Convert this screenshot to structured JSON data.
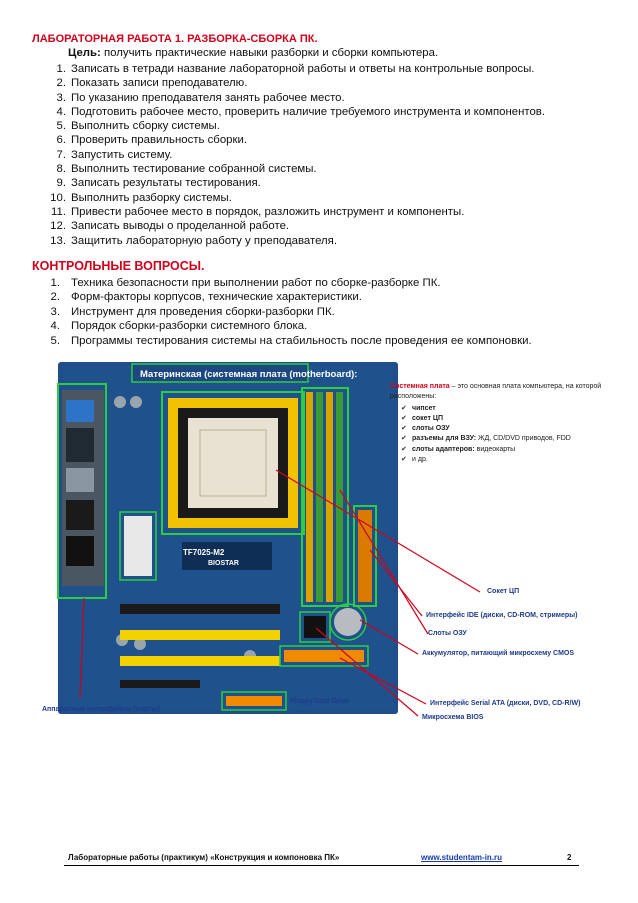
{
  "title": "ЛАБОРАТОРНАЯ РАБОТА 1. РАЗБОРКА-СБОРКА ПК.",
  "goal": {
    "label": "Цель:",
    "text": " получить практические навыки разборки и сборки компьютера."
  },
  "steps": [
    {
      "n": "1.",
      "text": "Записать в тетради название лабораторной работы и ответы на контрольные вопросы."
    },
    {
      "n": "2.",
      "text": "Показать записи преподавателю."
    },
    {
      "n": "3.",
      "text": "По указанию преподавателя занять рабочее место."
    },
    {
      "n": "4.",
      "text": "Подготовить рабочее место, проверить наличие требуемого инструмента и компонентов."
    },
    {
      "n": "5.",
      "text": "Выполнить сборку системы."
    },
    {
      "n": "6.",
      "text": "Проверить правильность сборки."
    },
    {
      "n": "7.",
      "text": "Запустить систему."
    },
    {
      "n": "8.",
      "text": "Выполнить тестирование собранной системы."
    },
    {
      "n": "9.",
      "text": "Записать результаты тестирования."
    },
    {
      "n": "10.",
      "text": "Выполнить разборку системы."
    },
    {
      "n": "11.",
      "text": "Привести рабочее место в порядок, разложить инструмент и компоненты."
    },
    {
      "n": "12.",
      "text": "Записать выводы о проделанной работе."
    },
    {
      "n": "13.",
      "text": "Защитить лабораторную работу у преподавателя."
    }
  ],
  "questions_title": "КОНТРОЛЬНЫЕ ВОПРОСЫ.",
  "questions": [
    {
      "n": "1.",
      "text": "Техника безопасности при выполнении работ по сборке-разборке ПК."
    },
    {
      "n": "2.",
      "text": "Форм-факторы корпусов, технические характеристики."
    },
    {
      "n": "3.",
      "text": "Инструмент для проведения сборки-разборки ПК."
    },
    {
      "n": "4.",
      "text": "Порядок сборки-разборки системного блока."
    },
    {
      "n": "5.",
      "text": "Программы тестирования системы на стабильность после проведения ее компоновки."
    }
  ],
  "figure": {
    "board_caption": "Материнская (системная плата (motherboard):",
    "chip_label": "TF7025-M2",
    "brand_label": "BIOSTAR",
    "desc_title": "Системная плата",
    "desc_text": " – это основная плата компьютера, на которой расположены:",
    "desc_items": [
      {
        "bold": "чипсет",
        "rest": ""
      },
      {
        "bold": "сокет ЦП",
        "rest": ""
      },
      {
        "bold": "слоты ОЗУ",
        "rest": ""
      },
      {
        "bold": "разъемы для ВЗУ:",
        "rest": " ЖД, CD/DVD приводов, FDD"
      },
      {
        "bold": "слоты адаптеров:",
        "rest": " видеокарты"
      },
      {
        "bold": "",
        "rest": "и др."
      }
    ],
    "callouts": {
      "socket": "Сокет ЦП",
      "ide": "Интерфейс IDE (диски, CD-ROM, стримеры)",
      "ram": "Слоты ОЗУ",
      "cmos": "Аккумулятор, питающий микросхему CMOS",
      "sata": "Интерфейс Serial ATA (диски, DVD, CD-R/W)",
      "bios": "Микросхема BIOS",
      "fdd": "Floppy Disk Drive",
      "ports": "Аппаратные интерфейсы (порты)"
    },
    "colors": {
      "board": "#1f4e8a",
      "highlight": "#2ecc40",
      "arrow": "#d0021b",
      "socket": "#f2c200",
      "callout": "#1f3a8a"
    }
  },
  "footer": {
    "text": "Лабораторные работы (практикум) «Конструкция и компоновка ПК»",
    "url": "www.studentam-in.ru",
    "page": "2"
  }
}
